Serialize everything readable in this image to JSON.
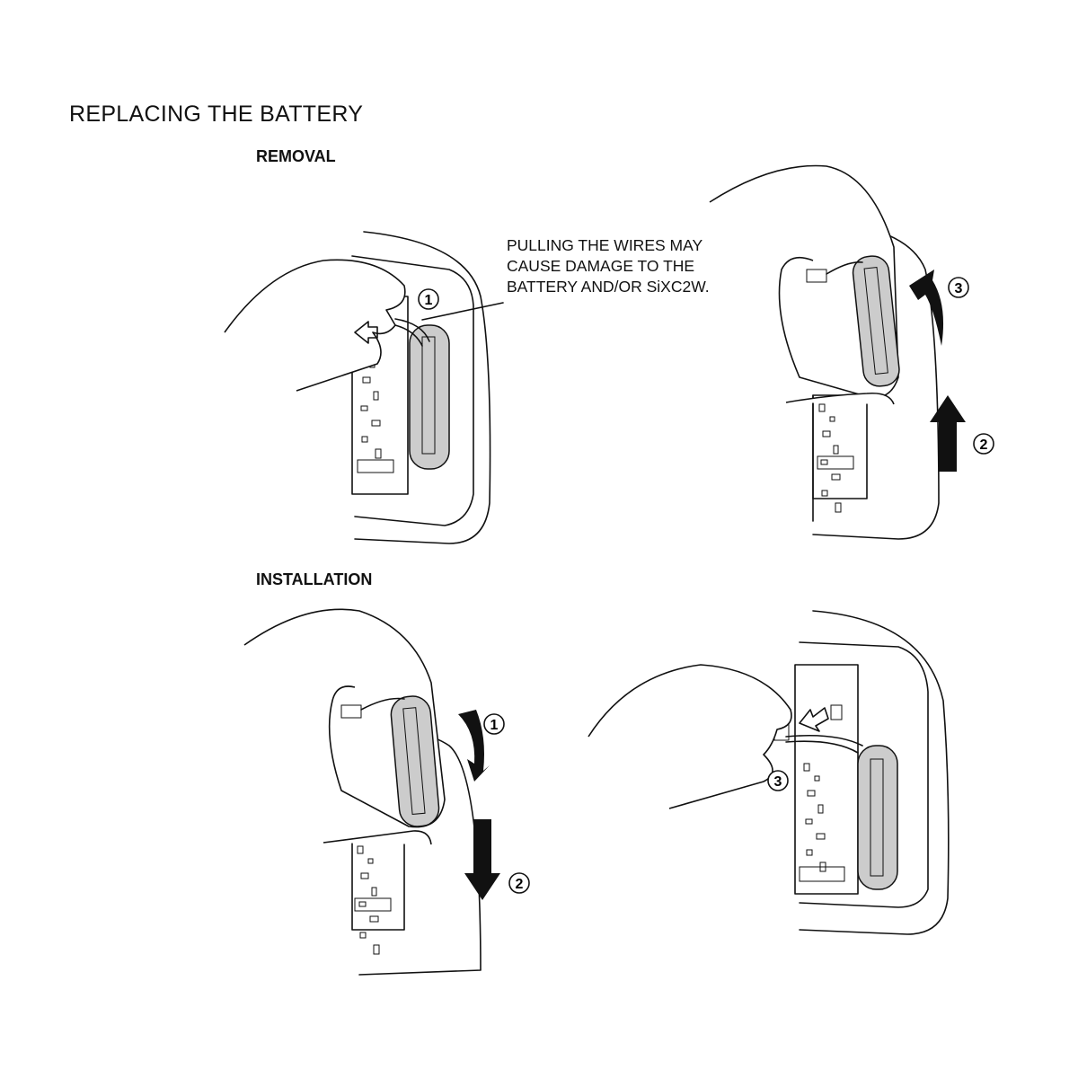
{
  "title": "REPLACING THE BATTERY",
  "sections": {
    "removal": "REMOVAL",
    "installation": "INSTALLATION"
  },
  "warning": "PULLING THE WIRES MAY CAUSE DAMAGE TO THE BATTERY AND/OR SiXC2W.",
  "steps": {
    "removal_1": "1",
    "removal_2": "2",
    "removal_3": "3",
    "install_1": "1",
    "install_2": "2",
    "install_3": "3"
  }
}
